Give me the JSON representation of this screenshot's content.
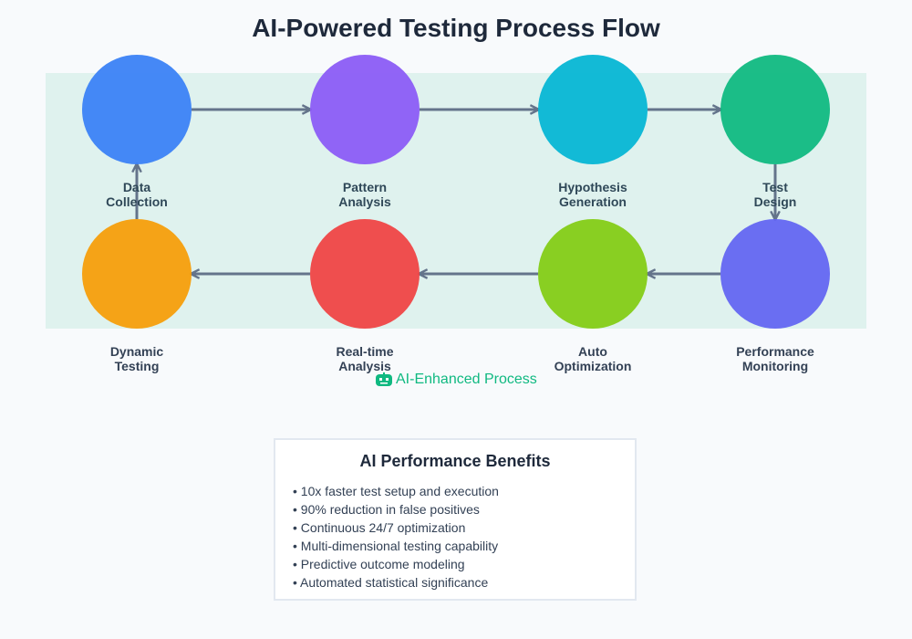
{
  "title": "AI-Powered Testing Process Flow",
  "colors": {
    "band": "#dff2ee",
    "arrow": "#64748b",
    "ai_accent": "#10b981"
  },
  "nodes": [
    {
      "id": "data-collection",
      "line1": "Data",
      "line2": "Collection",
      "color": "#3b82f6"
    },
    {
      "id": "pattern-analysis",
      "line1": "Pattern",
      "line2": "Analysis",
      "color": "#8b5cf6"
    },
    {
      "id": "hypothesis-generation",
      "line1": "Hypothesis",
      "line2": "Generation",
      "color": "#06b6d4"
    },
    {
      "id": "test-design",
      "line1": "Test",
      "line2": "Design",
      "color": "#10b981"
    },
    {
      "id": "performance-monitoring",
      "line1": "Performance",
      "line2": "Monitoring",
      "color": "#6366f1"
    },
    {
      "id": "auto-optimization",
      "line1": "Auto",
      "line2": "Optimization",
      "color": "#84cc16"
    },
    {
      "id": "real-time-analysis",
      "line1": "Real-time",
      "line2": "Analysis",
      "color": "#ef4444"
    },
    {
      "id": "dynamic-testing",
      "line1": "Dynamic",
      "line2": "Testing",
      "color": "#f59e0b"
    }
  ],
  "edges": [
    {
      "from": "data-collection",
      "to": "pattern-analysis"
    },
    {
      "from": "pattern-analysis",
      "to": "hypothesis-generation"
    },
    {
      "from": "hypothesis-generation",
      "to": "test-design"
    },
    {
      "from": "test-design",
      "to": "performance-monitoring"
    },
    {
      "from": "performance-monitoring",
      "to": "auto-optimization"
    },
    {
      "from": "auto-optimization",
      "to": "real-time-analysis"
    },
    {
      "from": "real-time-analysis",
      "to": "dynamic-testing"
    },
    {
      "from": "dynamic-testing",
      "to": "data-collection"
    }
  ],
  "ai_badge": {
    "icon": "robot-icon",
    "label": "AI-Enhanced Process"
  },
  "benefits": {
    "title": "AI Performance Benefits",
    "items": [
      "• 10x faster test setup and execution",
      "• 90% reduction in false positives",
      "• Continuous 24/7 optimization",
      "• Multi-dimensional testing capability",
      "• Predictive outcome modeling",
      "• Automated statistical significance"
    ]
  }
}
